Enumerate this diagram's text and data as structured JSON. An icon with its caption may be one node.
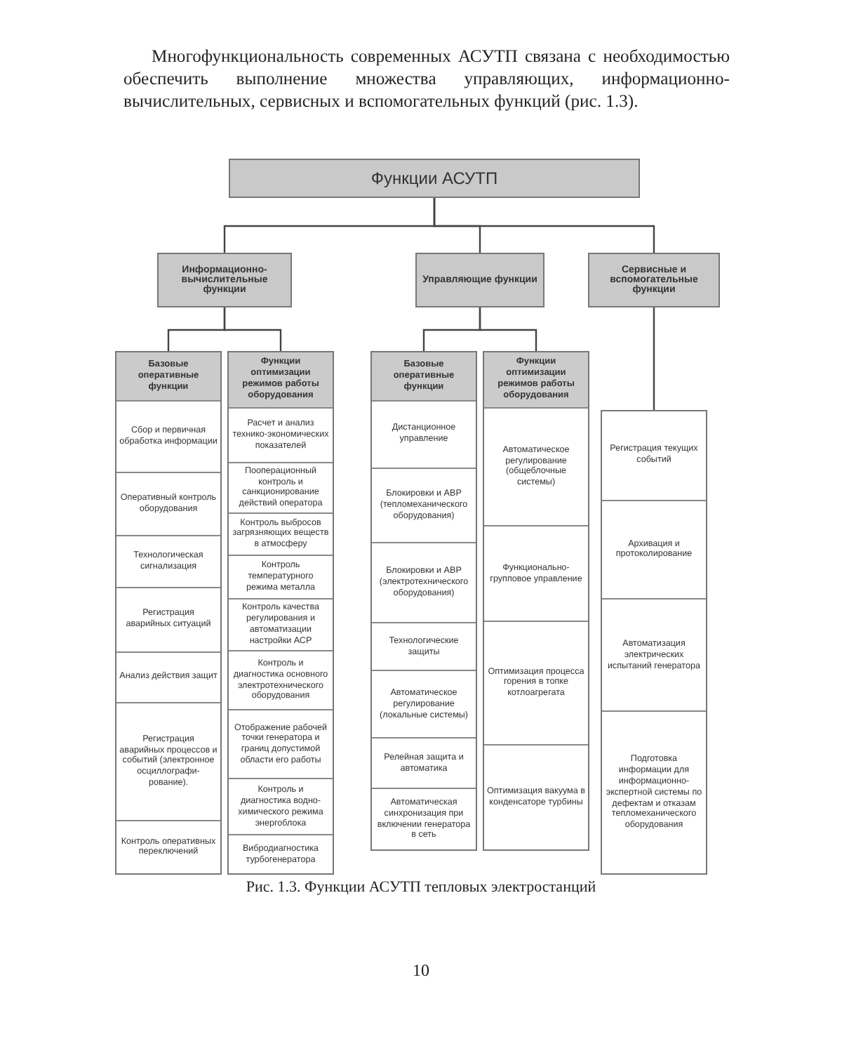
{
  "diagram": {
    "caption": "Рис. 1.3. Функции АСУТП тепловых электростанций",
    "nodes": [
      {
        "text": [
          "Функции АСУТП"
        ]
      },
      {
        "text": [
          "Информационно-вычислительные функции"
        ]
      },
      {
        "text": [
          "Управляющие функции"
        ]
      },
      {
        "text": [
          "Сервисные и вспомогательные функции"
        ]
      },
      {
        "text": [
          "Базовые оперативные функции"
        ]
      },
      {
        "text": [
          "Сбор и первичная обработка информации"
        ],
        "in": 4
      },
      {
        "text": [
          "Оперативный контроль оборудования"
        ],
        "in": 4
      },
      {
        "text": [
          "Технологическая сигнализация"
        ],
        "in": 4
      },
      {
        "text": [
          "Регистрация аварийных ситуаций"
        ],
        "in": 4
      },
      {
        "text": [
          "Анализ действия защит"
        ],
        "in": 4
      },
      {
        "text": [
          "Регистрация аварийных процессов и событий (электронное осциллографи-рование)."
        ],
        "in": 4
      },
      {
        "text": [
          "Контроль оперативных переключений"
        ],
        "in": 4
      },
      {
        "text": [
          "Функции оптимизации режимов работы оборудования"
        ]
      },
      {
        "text": [
          "Расчет и анализ технико-экономических показателей"
        ],
        "in": 12
      },
      {
        "text": [
          "Пооперационный контроль и санкционирование действий оператора"
        ],
        "in": 12
      },
      {
        "text": [
          "Контроль выбросов загрязняющих веществ в атмосферу"
        ],
        "in": 12
      },
      {
        "text": [
          "Контроль температурного режима металла"
        ],
        "in": 12
      },
      {
        "text": [
          "Контроль качества регулирования и автоматизации настройки АСР"
        ],
        "in": 12
      },
      {
        "text": [
          "Контроль и диагностика основного электротехнического оборудования"
        ],
        "in": 12
      },
      {
        "text": [
          "Отображение рабочей точки генератора и границ допустимой области его работы"
        ],
        "in": 12
      },
      {
        "text": [
          "Контроль и диагностика водно-химического режима энергоблока"
        ],
        "in": 12
      },
      {
        "text": [
          "Вибродиагностика турбогенератора"
        ],
        "in": 12
      },
      {
        "text": [
          "Базовые оперативные функции"
        ]
      },
      {
        "text": [
          "Дистанционное управление"
        ],
        "in": 22
      },
      {
        "text": [
          "Блокировки и АВР (тепломеханического оборудования)"
        ],
        "in": 22
      },
      {
        "text": [
          "Блокировки и АВР (электротехнического оборудования)"
        ],
        "in": 22
      },
      {
        "text": [
          "Технологические защиты"
        ],
        "in": 22
      },
      {
        "text": [
          "Автоматическое регулирование (локальные системы)"
        ],
        "in": 22
      },
      {
        "text": [
          "Релейная защита и автоматика"
        ],
        "in": 22
      },
      {
        "text": [
          "Автоматическая синхронизация при включении генератора в сеть"
        ],
        "in": 22
      },
      {
        "text": [
          "Функции оптимизации режимов работы оборудования"
        ]
      },
      {
        "text": [
          "Автоматическое регулирование (общеблочные системы)"
        ],
        "in": 30
      },
      {
        "text": [
          "Функционально-групповое управление"
        ],
        "in": 30
      },
      {
        "text": [
          "Оптимизация процесса горения в топке котлоагрегата"
        ],
        "in": 30
      },
      {
        "text": [
          "Оптимизация вакуума в конденсаторе турбины"
        ],
        "in": 30
      },
      {
        "text": [],
        "shape": "box"
      },
      {
        "text": [
          "Регистрация текущих событий"
        ],
        "in": 35
      },
      {
        "text": [
          "Архивация и протоколирование"
        ],
        "in": 35
      },
      {
        "text": [
          "Автоматизация электрических испытаний генератора"
        ],
        "in": 35
      },
      {
        "text": [
          "Подготовка информации для информационно-экспертной системы по дефектам и отказам тепломеханического оборудования"
        ],
        "in": 35
      }
    ],
    "edges": [
      {
        "from": 0,
        "to": 1,
        "arrow": "none"
      },
      {
        "from": 0,
        "to": 2,
        "arrow": "none"
      },
      {
        "from": 0,
        "to": 3,
        "arrow": "none"
      },
      {
        "from": 1,
        "to": 4,
        "arrow": "none"
      },
      {
        "from": 1,
        "to": 12,
        "arrow": "none"
      },
      {
        "from": 2,
        "to": 22,
        "arrow": "none"
      },
      {
        "from": 2,
        "to": 30,
        "arrow": "none"
      },
      {
        "from": 3,
        "to": 35,
        "arrow": "none"
      }
    ],
    "labels": [
      "Многофункциональность современных АСУТП связана с необходимостью обеспечить выполнение множества управляющих, информационно-вычислительных, сервисных и вспомогательных функций (рис. 1.3).",
      "10"
    ]
  }
}
